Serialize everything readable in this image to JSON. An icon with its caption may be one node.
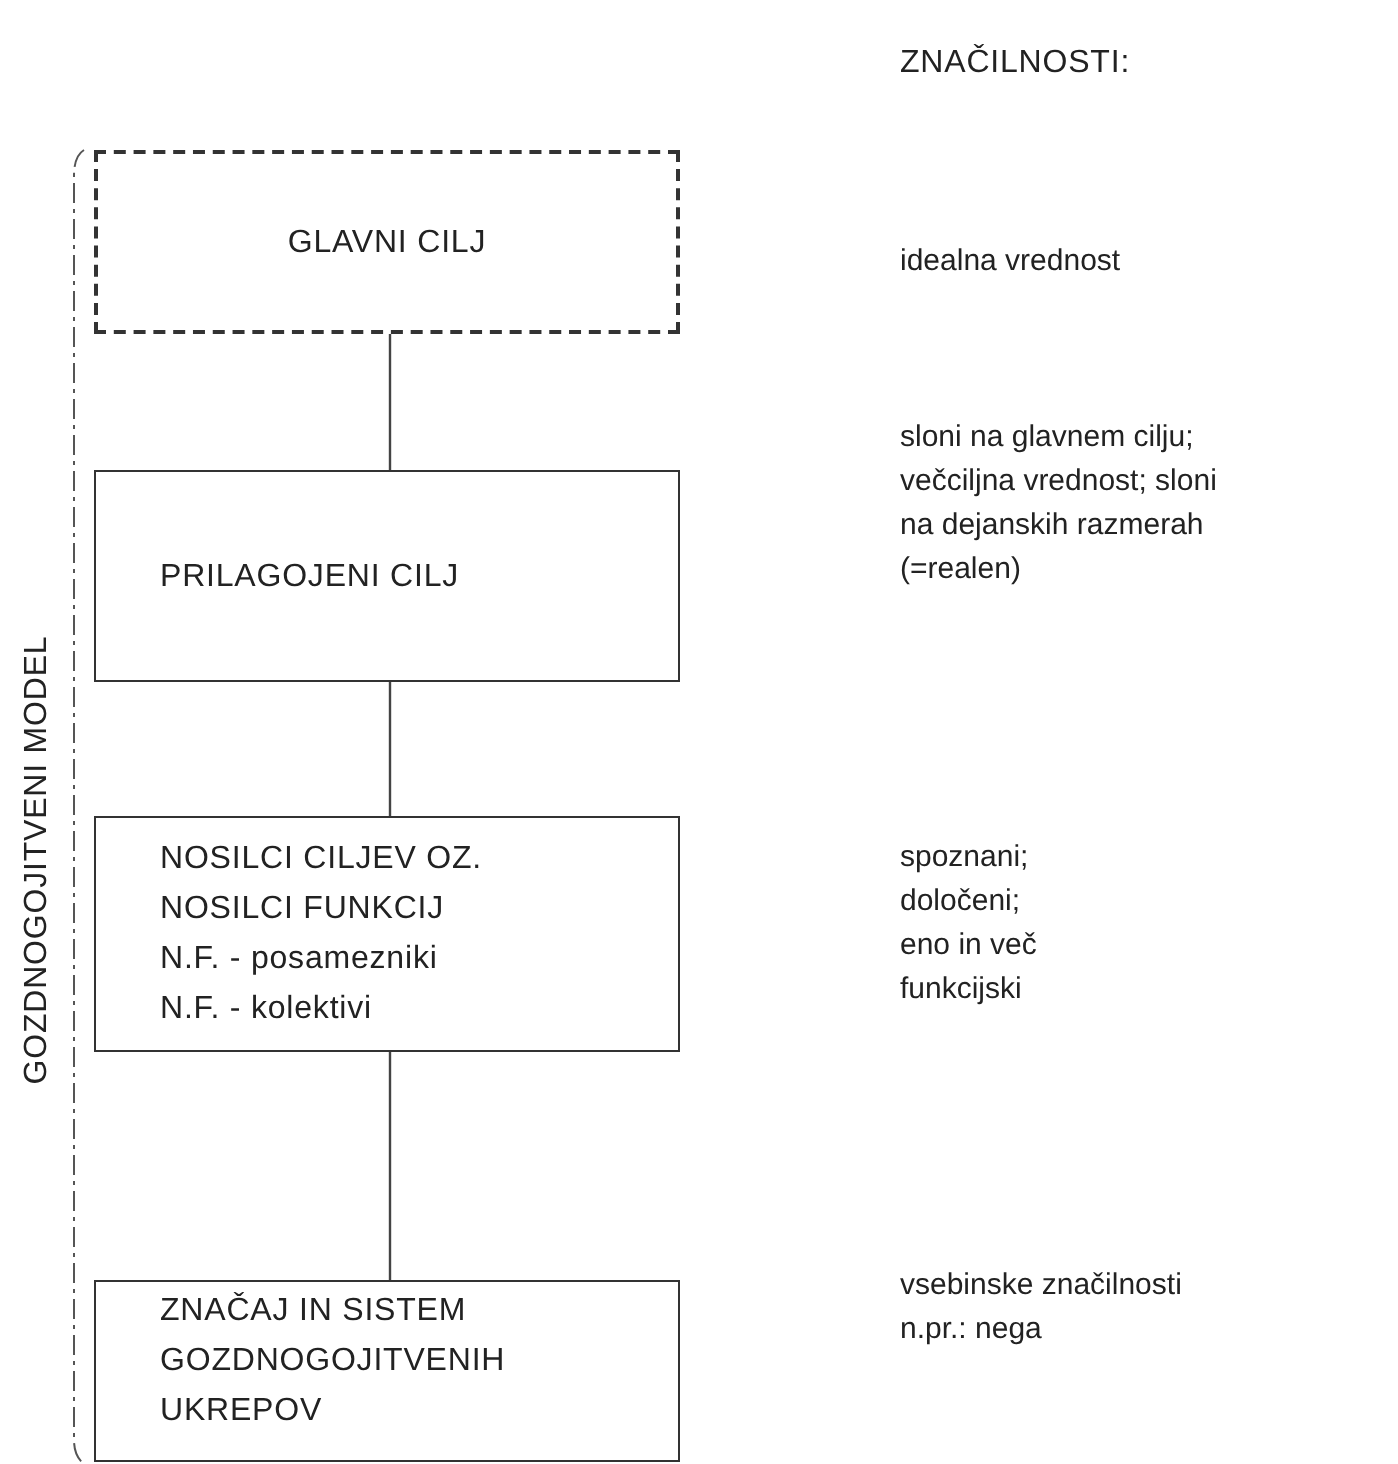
{
  "diagram": {
    "nodes": [
      {
        "text": [
          "GLAVNI CILJ"
        ]
      },
      {
        "text": [
          "PRILAGOJENI CILJ"
        ]
      },
      {
        "text": [
          "NOSILCI CILJEV OZ. NOSILCI FUNKCIJ",
          "N.F. - posamezniki",
          "N.F. - kolektivi"
        ]
      },
      {
        "text": [
          "ZNAČAJ IN SISTEM GOZDNOGOJITVENIH UKREPOV"
        ]
      }
    ],
    "edges": [
      {
        "from": 0,
        "to": 1,
        "arrow": "none"
      },
      {
        "from": 1,
        "to": 2,
        "arrow": "none"
      },
      {
        "from": 2,
        "to": 3,
        "arrow": "none"
      }
    ],
    "labels": [
      "ZNAČILNOSTI:",
      "idealna vrednost",
      "sloni na glavnem cilju; večciljna vrednost; sloni na dejanskih razmerah (=realen)",
      "spoznani; določeni; eno in več funkcijski",
      "vsebinske značilnosti n.pr.: nega",
      "GOZDNOGOJITVENI MODEL"
    ]
  }
}
